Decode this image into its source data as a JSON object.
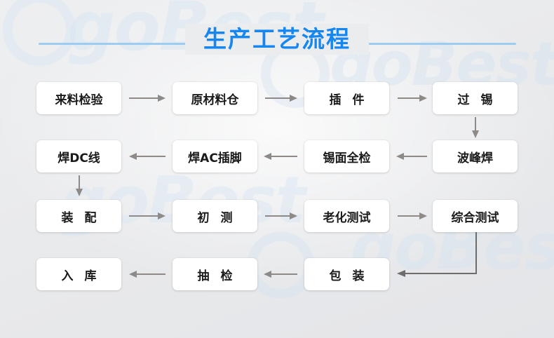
{
  "page": {
    "title": "生产工艺流程",
    "accent_color": "#1687f0",
    "rule_color": "#9ecbf0",
    "background_color": "#e9eaec",
    "node_color": "#ffffff",
    "arrow_color": "#8d8a88",
    "watermark_text": "goBest"
  },
  "flow": {
    "rows": [
      {
        "direction": "right",
        "nodes": [
          {
            "label": "来料检验",
            "spaced": false
          },
          {
            "label": "原材料仓",
            "spaced": false
          },
          {
            "label": "插 件",
            "spaced": true
          },
          {
            "label": "过 锡",
            "spaced": true
          }
        ]
      },
      {
        "direction": "left",
        "nodes": [
          {
            "label": "焊DC线",
            "spaced": false
          },
          {
            "label": "焊AC插脚",
            "spaced": false
          },
          {
            "label": "锡面全检",
            "spaced": false
          },
          {
            "label": "波峰焊",
            "spaced": false
          }
        ]
      },
      {
        "direction": "right",
        "nodes": [
          {
            "label": "装 配",
            "spaced": true
          },
          {
            "label": "初 测",
            "spaced": true
          },
          {
            "label": "老化测试",
            "spaced": false
          },
          {
            "label": "综合测试",
            "spaced": false
          }
        ]
      },
      {
        "direction": "left",
        "nodes": [
          {
            "label": "入 库",
            "spaced": true
          },
          {
            "label": "抽 检",
            "spaced": true
          },
          {
            "label": "包 装",
            "spaced": true
          }
        ]
      }
    ],
    "connectors": {
      "down_col4_row1_to_row2": "过 锡 → 波峰焊",
      "down_col1_row2_to_row3": "焊DC线 → 装 配",
      "elbow_row3_to_row4": "综合测试 → 包 装"
    }
  }
}
